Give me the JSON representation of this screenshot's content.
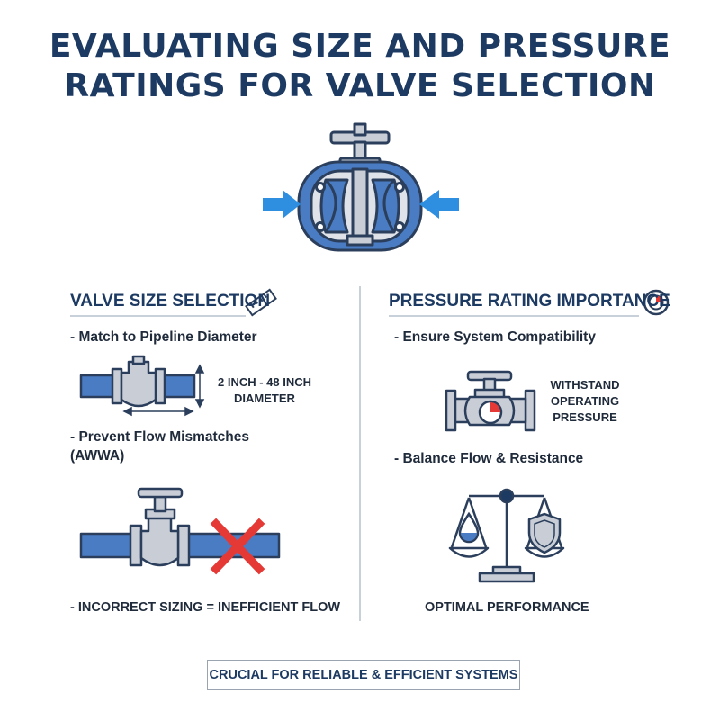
{
  "title": {
    "line1": "EVALUATING SIZE AND PRESSURE",
    "line2": "RATINGS FOR VALVE SELECTION"
  },
  "left_section": {
    "heading": "VALVE SIZE SELECTION",
    "bullet1": "- Match to Pipeline Diameter",
    "diameter_line1": "2 INCH - 48 INCH",
    "diameter_line2": "DIAMETER",
    "bullet2_line1": "- Prevent Flow Mismatches",
    "bullet2_line2": "(AWWA)",
    "bullet3": "- INCORRECT SIZING = INEFFICIENT FLOW"
  },
  "right_section": {
    "heading": "PRESSURE RATING IMPORTANCE",
    "bullet1": "- Ensure System Compatibility",
    "withstand_line1": "WITHSTAND",
    "withstand_line2": "OPERATING",
    "withstand_line3": "PRESSURE",
    "bullet2": "- Balance Flow & Resistance",
    "caption": "OPTIMAL PERFORMANCE"
  },
  "footer": "CRUCIAL FOR RELIABLE & EFFICIENT SYSTEMS",
  "colors": {
    "navy": "#1d3a63",
    "pipe_blue": "#4a7cc4",
    "valve_gray": "#c9ced6",
    "arrow_blue": "#2e8fe0",
    "red_x": "#e53935"
  }
}
